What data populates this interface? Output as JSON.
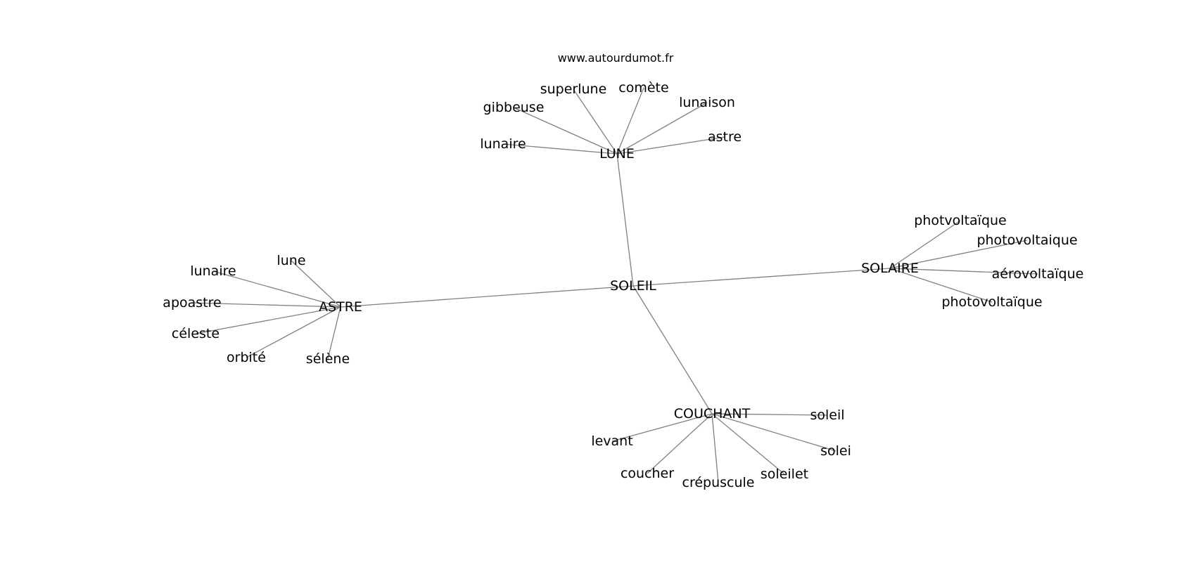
{
  "source": "www.autourdumot.fr",
  "center": {
    "id": "soleil",
    "label": "SOLEIL"
  },
  "clusters": [
    {
      "id": "lune",
      "label": "LUNE",
      "leaves": [
        {
          "id": "lune-lunaire",
          "label": "lunaire"
        },
        {
          "id": "lune-gibbeuse",
          "label": "gibbeuse"
        },
        {
          "id": "lune-superlune",
          "label": "superlune"
        },
        {
          "id": "lune-comete",
          "label": "comète"
        },
        {
          "id": "lune-lunaison",
          "label": "lunaison"
        },
        {
          "id": "lune-astre",
          "label": "astre"
        }
      ]
    },
    {
      "id": "solaire",
      "label": "SOLAIRE",
      "leaves": [
        {
          "id": "solaire-photvoltaique",
          "label": "photvoltaïque"
        },
        {
          "id": "solaire-photovoltaique-1",
          "label": "photovoltaique"
        },
        {
          "id": "solaire-aerovoltaique",
          "label": "aérovoltaïque"
        },
        {
          "id": "solaire-photovoltaique-2",
          "label": "photovoltaïque"
        }
      ]
    },
    {
      "id": "astre",
      "label": "ASTRE",
      "leaves": [
        {
          "id": "astre-lune",
          "label": "lune"
        },
        {
          "id": "astre-lunaire",
          "label": "lunaire"
        },
        {
          "id": "astre-apoastre",
          "label": "apoastre"
        },
        {
          "id": "astre-celeste",
          "label": "céleste"
        },
        {
          "id": "astre-orbite",
          "label": "orbité"
        },
        {
          "id": "astre-selene",
          "label": "sélène"
        }
      ]
    },
    {
      "id": "couchant",
      "label": "COUCHANT",
      "leaves": [
        {
          "id": "couchant-levant",
          "label": "levant"
        },
        {
          "id": "couchant-coucher",
          "label": "coucher"
        },
        {
          "id": "couchant-crepuscule",
          "label": "crépuscule"
        },
        {
          "id": "couchant-soleilet",
          "label": "soleilet"
        },
        {
          "id": "couchant-solei",
          "label": "solei"
        },
        {
          "id": "couchant-soleil",
          "label": "soleil"
        }
      ]
    }
  ]
}
